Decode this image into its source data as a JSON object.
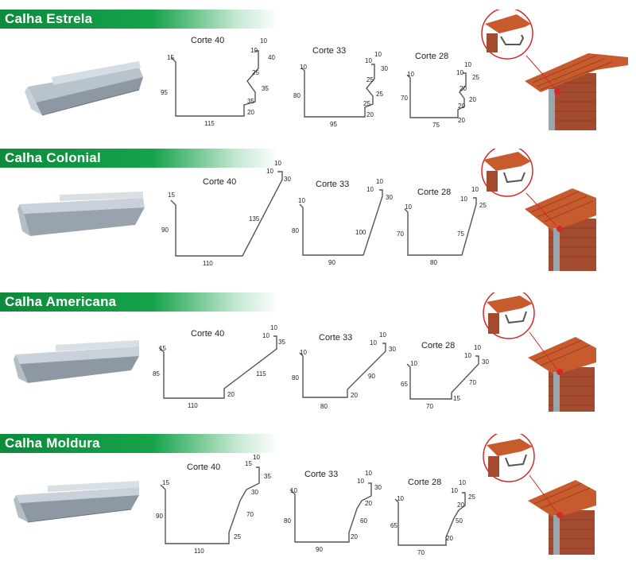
{
  "sections": [
    {
      "title": "Calha Estrela",
      "cuts": [
        {
          "title": "Corte 40",
          "dims": [
            "15",
            "95",
            "115",
            "20",
            "35",
            "35",
            "25",
            "40",
            "10",
            "10"
          ]
        },
        {
          "title": "Corte 33",
          "dims": [
            "10",
            "80",
            "95",
            "20",
            "25",
            "25",
            "25",
            "30",
            "10",
            "10"
          ]
        },
        {
          "title": "Corte 28",
          "dims": [
            "10",
            "70",
            "75",
            "20",
            "20",
            "20",
            "20",
            "25",
            "10",
            "10"
          ]
        }
      ]
    },
    {
      "title": "Calha Colonial",
      "cuts": [
        {
          "title": "Corte 40",
          "dims": [
            "15",
            "90",
            "110",
            "135",
            "30",
            "10",
            "10"
          ]
        },
        {
          "title": "Corte 33",
          "dims": [
            "10",
            "80",
            "90",
            "100",
            "30",
            "10",
            "10"
          ]
        },
        {
          "title": "Corte 28",
          "dims": [
            "10",
            "70",
            "80",
            "75",
            "25",
            "10",
            "10"
          ]
        }
      ]
    },
    {
      "title": "Calha Americana",
      "cuts": [
        {
          "title": "Corte 40",
          "dims": [
            "15",
            "85",
            "110",
            "20",
            "115",
            "35",
            "10",
            "10"
          ]
        },
        {
          "title": "Corte 33",
          "dims": [
            "10",
            "80",
            "80",
            "20",
            "90",
            "30",
            "10",
            "10"
          ]
        },
        {
          "title": "Corte 28",
          "dims": [
            "10",
            "65",
            "70",
            "15",
            "70",
            "30",
            "10",
            "10"
          ]
        }
      ]
    },
    {
      "title": "Calha Moldura",
      "cuts": [
        {
          "title": "Corte 40",
          "dims": [
            "15",
            "90",
            "110",
            "25",
            "70",
            "30",
            "35",
            "15",
            "10"
          ]
        },
        {
          "title": "Corte 33",
          "dims": [
            "10",
            "80",
            "90",
            "20",
            "60",
            "20",
            "30",
            "10",
            "10"
          ]
        },
        {
          "title": "Corte 28",
          "dims": [
            "10",
            "65",
            "70",
            "20",
            "50",
            "20",
            "25",
            "10",
            "10"
          ]
        }
      ]
    }
  ]
}
